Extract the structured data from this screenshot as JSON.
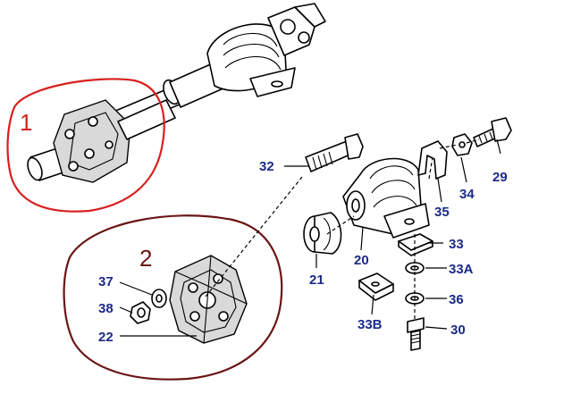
{
  "colors": {
    "callout_text": "#1c2a86",
    "ring_one": "#d81f1f",
    "ring_two": "#6b1414",
    "line_art": "#000000",
    "rubber_fill": "#d9d9d9"
  },
  "rings": [
    {
      "id": "ring-1",
      "label": "1"
    },
    {
      "id": "ring-2",
      "label": "2"
    }
  ],
  "callouts": {
    "c32": "32",
    "c29": "29",
    "c34": "34",
    "c35": "35",
    "c33": "33",
    "c33a": "33A",
    "c36": "36",
    "c30": "30",
    "c33b": "33B",
    "c21": "21",
    "c20": "20",
    "c37": "37",
    "c38": "38",
    "c22": "22"
  }
}
